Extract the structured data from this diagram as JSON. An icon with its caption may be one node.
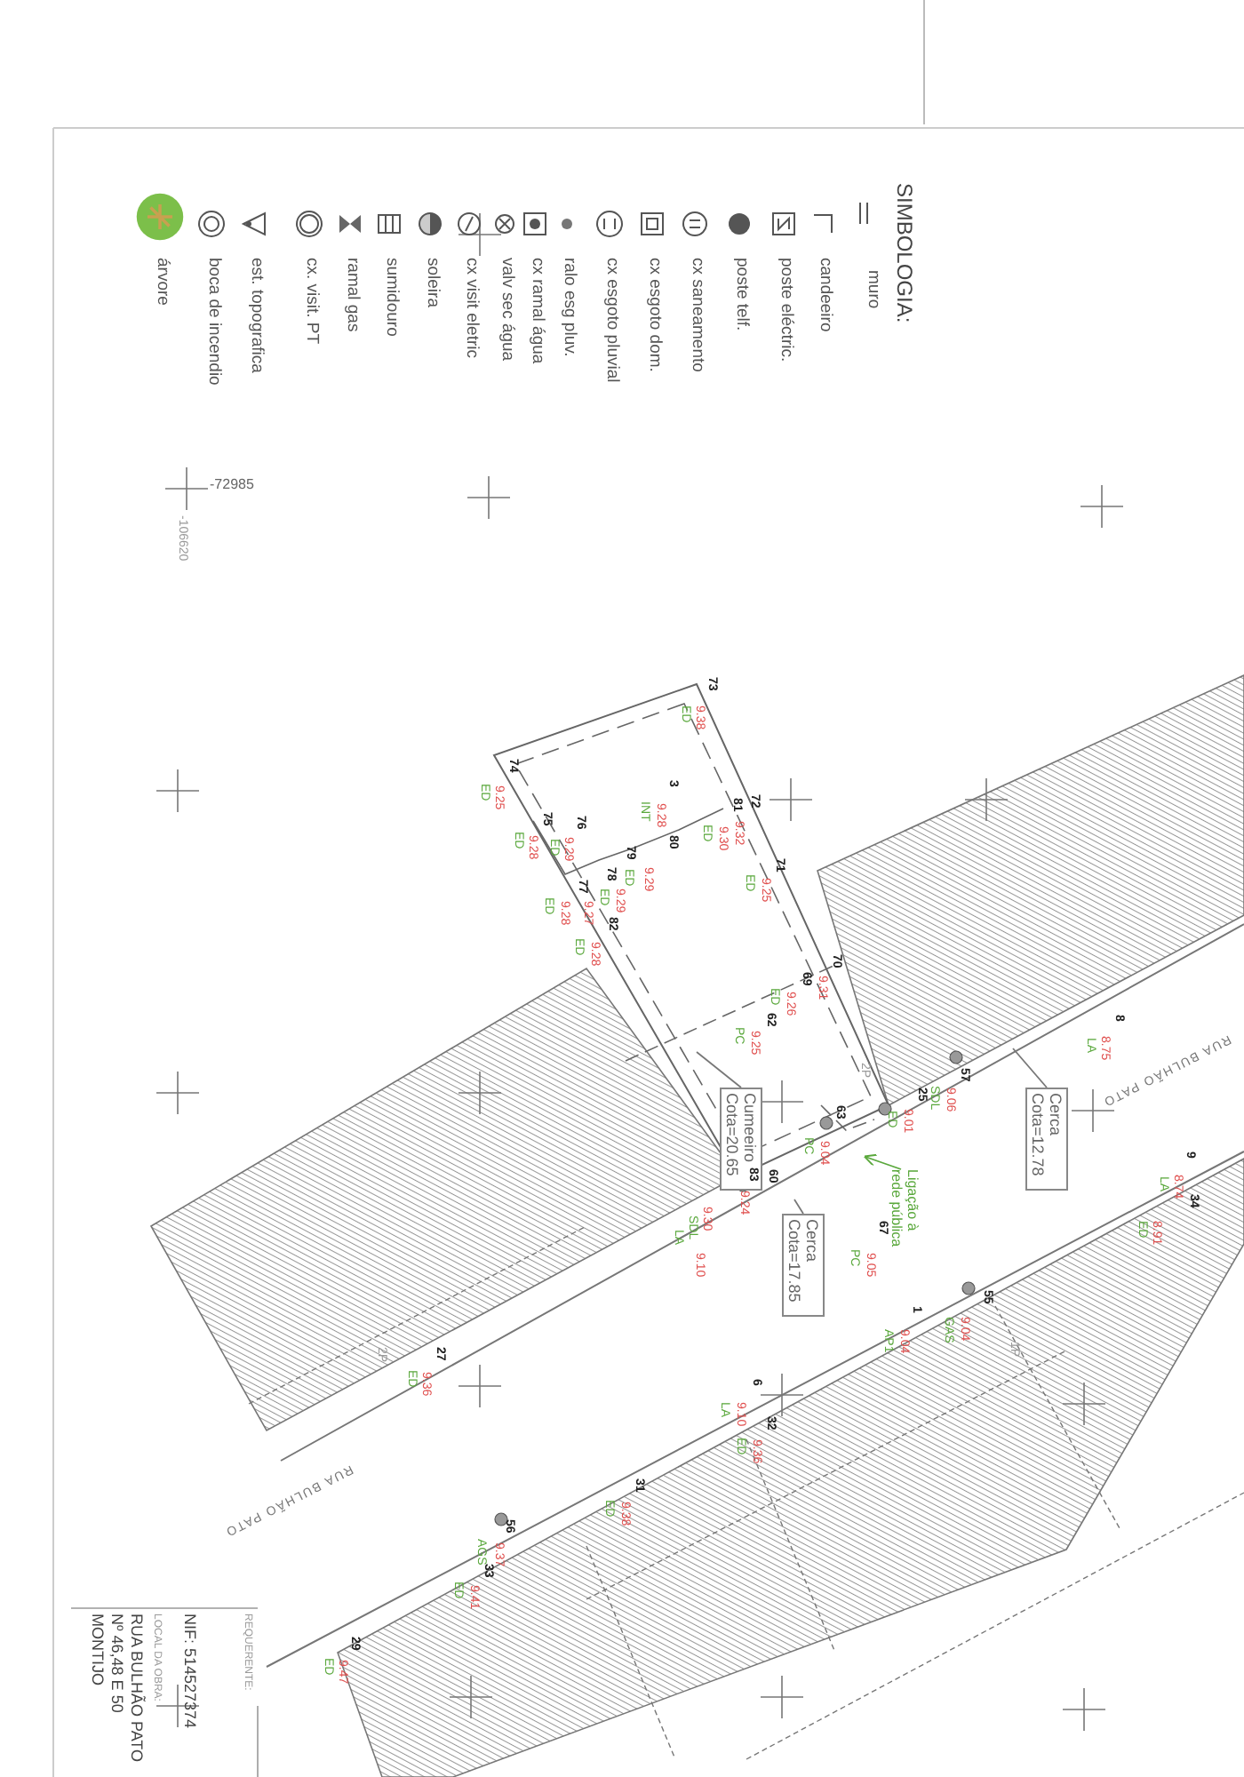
{
  "diagram": {
    "title": "SIMBOLOGIA:",
    "nodes": [
      {
        "text": [
          "Cumeeiro",
          "Cota=20.65"
        ]
      },
      {
        "text": [
          "Cerca",
          "Cota=17.85"
        ]
      },
      {
        "text": [
          "Cerca",
          "Cota=12.78"
        ]
      },
      {
        "text": [
          "Ligação à rede pública"
        ]
      }
    ],
    "edges": [
      {
        "from": 0,
        "to": null,
        "arrow": "none"
      },
      {
        "from": 1,
        "to": null,
        "arrow": "none"
      },
      {
        "from": 2,
        "to": null,
        "arrow": "none"
      },
      {
        "from": 3,
        "to": null,
        "arrow": "to",
        "color": "#5aa83c"
      }
    ],
    "labels": [
      "-72985",
      "-106620",
      "73",
      "9.38",
      "ED",
      "74",
      "9.25",
      "ED",
      "3",
      "9.28",
      "INT",
      "72",
      "81",
      "9.32",
      "9.30",
      "ED",
      "80",
      "71",
      "9.25",
      "ED",
      "75",
      "9.28",
      "ED",
      "76",
      "9.29",
      "ED",
      "79",
      "9.29",
      "ED",
      "78",
      "9.29",
      "ED",
      "77",
      "9.27",
      "9.28",
      "ED",
      "82",
      "9.28",
      "ED",
      "70",
      "9.31",
      "69",
      "9.26",
      "ED",
      "62",
      "9.25",
      "PC",
      "2P",
      "25",
      "9.01",
      "ED",
      "57",
      "9.06",
      "SDL",
      "63",
      "9.04",
      "PC",
      "60",
      "83",
      "9.24",
      "9.30",
      "SDL",
      "LA",
      "9.10",
      "67",
      "9.05",
      "PC",
      "8",
      "8.75",
      "LA",
      "9",
      "8.74",
      "LA",
      "34",
      "8.91",
      "ED",
      "55",
      "9.04",
      "GAS",
      "1",
      "9.04",
      "AP1",
      "1P",
      "6",
      "9.10",
      "LA",
      "32",
      "9.36",
      "ED",
      "31",
      "9.38",
      "ED",
      "56",
      "9.37",
      "AGS",
      "33",
      "9.41",
      "ED",
      "29",
      "9.47",
      "ED",
      "27",
      "9.36",
      "ED",
      "2P",
      "RUA BULHÃO PATO",
      "RUA BULHÃO PATO",
      "REQUERENTE:",
      "NIF: 514527374",
      "LOCAL DA OBRA:",
      "RUA BULHÃO PATO",
      "Nº 46,48 E 50",
      "MONTIJO"
    ],
    "legend": [
      {
        "text": "muro"
      },
      {
        "text": "candeeiro"
      },
      {
        "text": "poste eléctric."
      },
      {
        "text": "poste telf."
      },
      {
        "text": "cx saneamento"
      },
      {
        "text": "cx esgoto dom."
      },
      {
        "text": "cx esgoto pluvial"
      },
      {
        "text": "ralo esg pluv."
      },
      {
        "text": "cx ramal água"
      },
      {
        "text": "valv sec água"
      },
      {
        "text": "cx visit eletric"
      },
      {
        "text": "soleira"
      },
      {
        "text": "sumidouro"
      },
      {
        "text": "ramal gas"
      },
      {
        "text": "cx. visit. PT"
      },
      {
        "text": "est. topografica"
      },
      {
        "text": "boca de incendio"
      },
      {
        "text": "árvore"
      }
    ]
  }
}
